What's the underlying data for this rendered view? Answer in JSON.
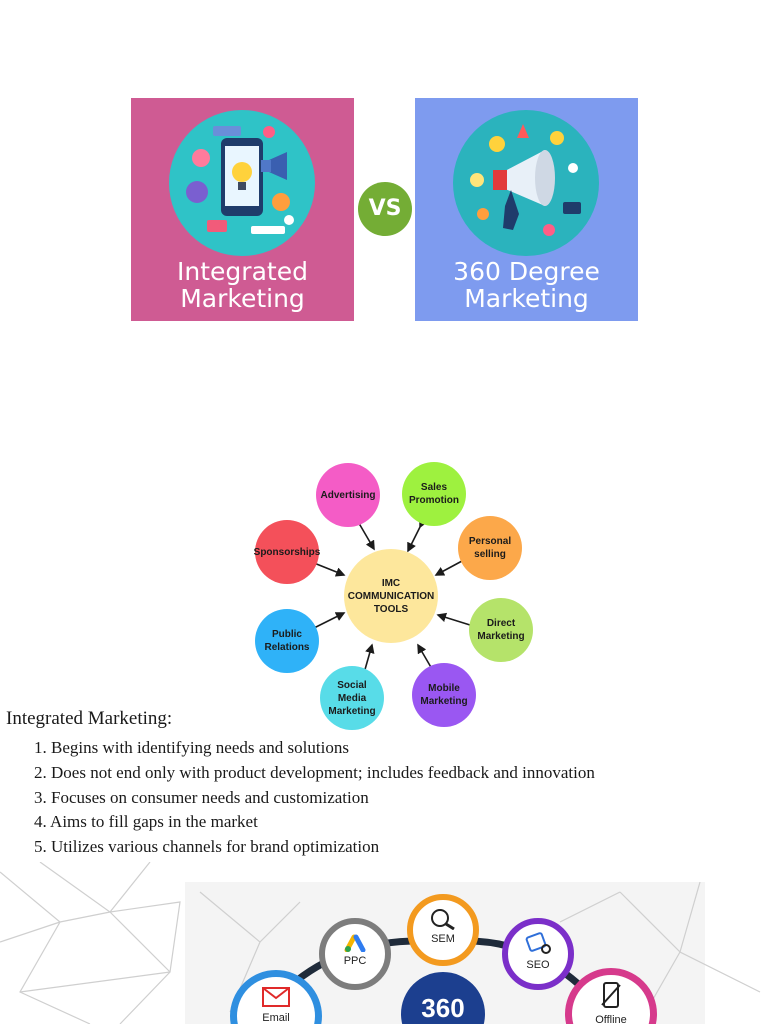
{
  "comparison": {
    "left_title": [
      "Integrated",
      "Marketing"
    ],
    "vs_label": "VS",
    "right_title": [
      "360 Degree",
      "Marketing"
    ]
  },
  "imc": {
    "center": [
      "IMC",
      "COMMUNICATION",
      "TOOLS"
    ],
    "nodes": [
      {
        "lines": [
          "Advertising"
        ],
        "color": "#f45cc6"
      },
      {
        "lines": [
          "Sales",
          "Promotion"
        ],
        "color": "#9ef13f"
      },
      {
        "lines": [
          "Personal",
          "selling"
        ],
        "color": "#fca84a"
      },
      {
        "lines": [
          "Direct",
          "Marketing"
        ],
        "color": "#b5e36a"
      },
      {
        "lines": [
          "Mobile",
          "Marketing"
        ],
        "color": "#9a57f2"
      },
      {
        "lines": [
          "Social",
          "Media",
          "Marketing"
        ],
        "color": "#58dce8"
      },
      {
        "lines": [
          "Public",
          "Relations"
        ],
        "color": "#2fb2f8"
      },
      {
        "lines": [
          "Sponsorships"
        ],
        "color": "#f4505a"
      }
    ],
    "center_color": "#fde79c"
  },
  "integrated_marketing": {
    "heading": "Integrated Marketing:",
    "points": [
      "1. Begins with identifying needs and solutions",
      "2. Does not end only with product development; includes feedback and innovation",
      "3. Focuses on consumer needs and customization",
      "4. Aims to fill gaps in the market",
      "5. Utilizes various channels for brand optimization"
    ]
  },
  "channels": {
    "center": "360",
    "items": [
      "Email",
      "PPC",
      "SEM",
      "SEO",
      "Offline"
    ]
  }
}
